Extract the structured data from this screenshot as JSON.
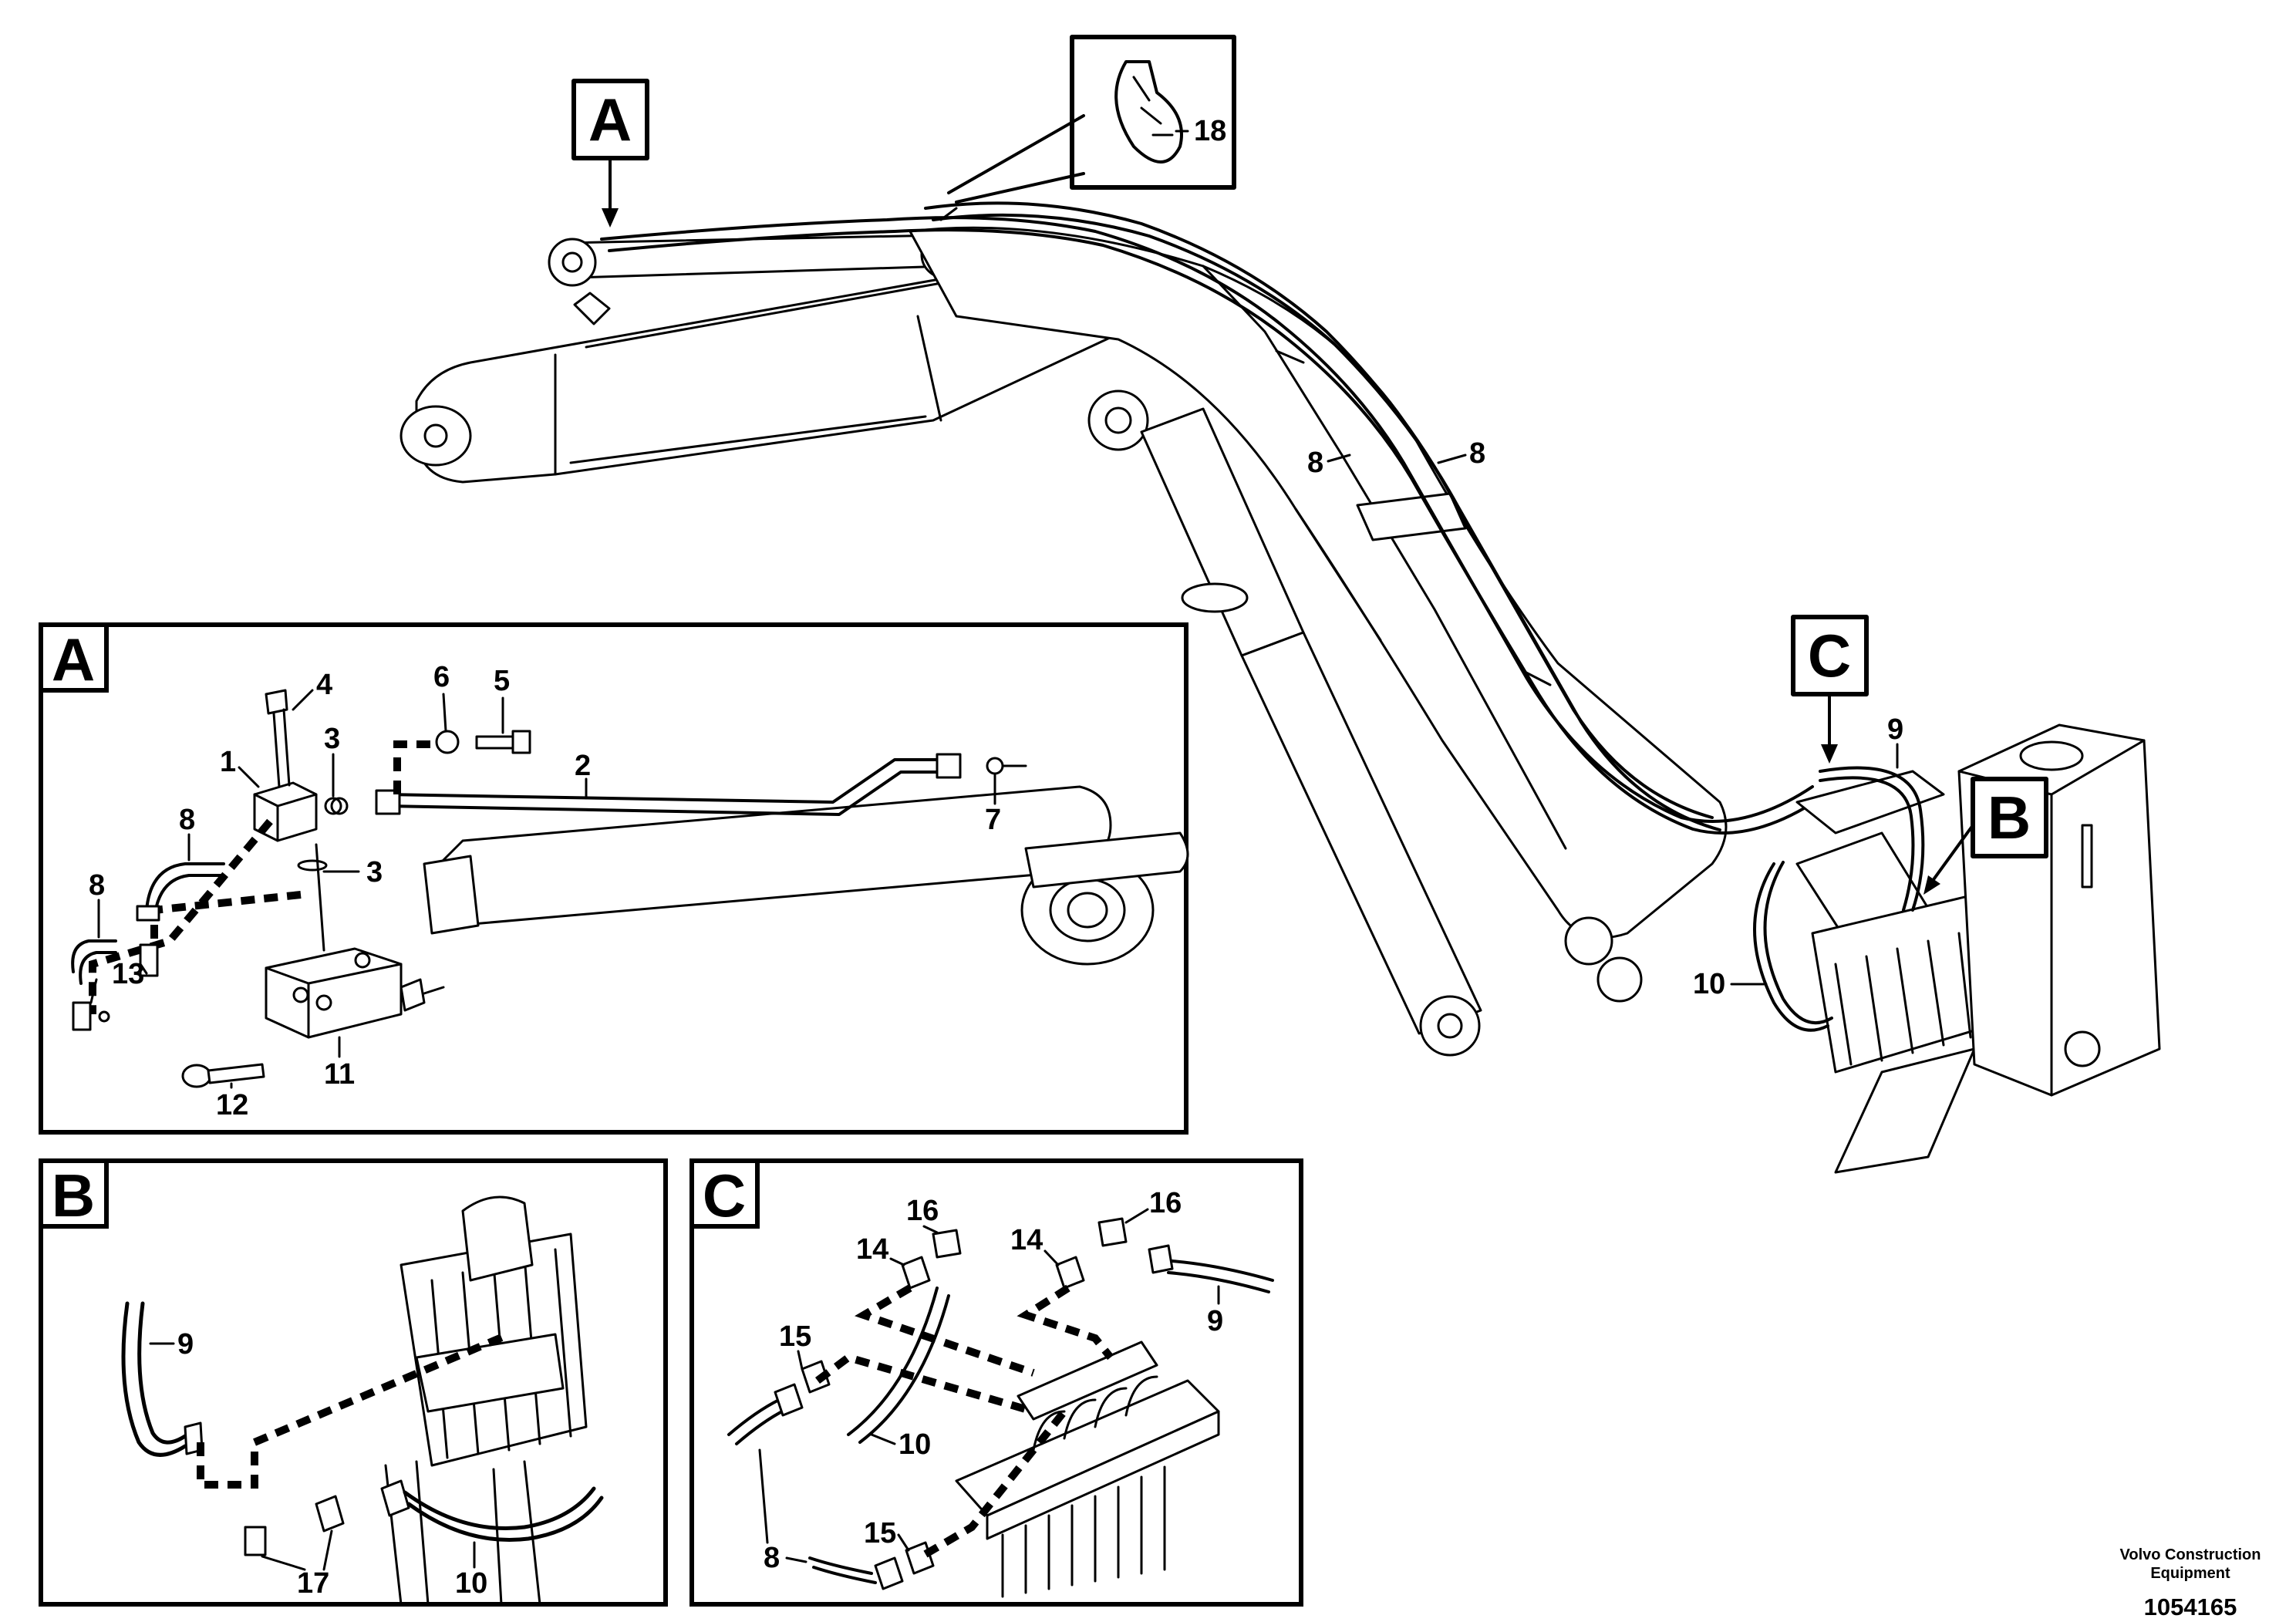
{
  "callouts": {
    "A": "A",
    "B": "B",
    "C": "C"
  },
  "main_labels": {
    "p18": "18",
    "p8a": "8",
    "p8b": "8",
    "p9": "9",
    "p10": "10"
  },
  "detail_a": {
    "title": "A",
    "parts": {
      "p1": "1",
      "p2": "2",
      "p3a": "3",
      "p3b": "3",
      "p4": "4",
      "p5": "5",
      "p6": "6",
      "p7": "7",
      "p8a": "8",
      "p8b": "8",
      "p11": "11",
      "p12": "12",
      "p13": "13"
    }
  },
  "detail_b": {
    "title": "B",
    "parts": {
      "p9": "9",
      "p10": "10",
      "p17": "17"
    }
  },
  "detail_c": {
    "title": "C",
    "parts": {
      "p8": "8",
      "p9": "9",
      "p10": "10",
      "p14a": "14",
      "p14b": "14",
      "p15a": "15",
      "p15b": "15",
      "p16a": "16",
      "p16b": "16"
    }
  },
  "credit": {
    "line1": "Volvo Construction\nEquipment",
    "number": "1054165"
  }
}
